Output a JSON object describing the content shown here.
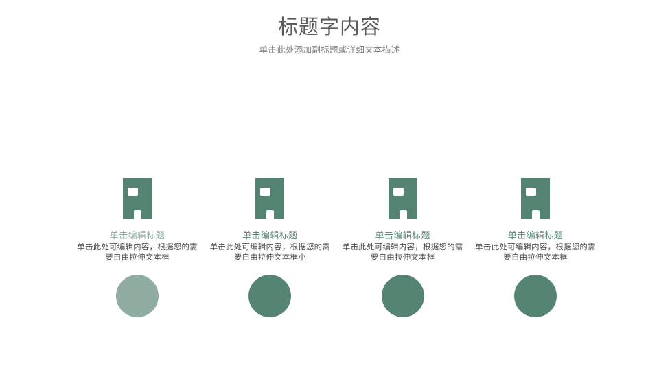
{
  "slide": {
    "background_color": "#ffffff",
    "title": "标题字内容",
    "subtitle": "单击此处添加副标题或详细文本描述",
    "title_color": "#5a5a5a",
    "subtitle_color": "#828282"
  },
  "palette": {
    "roof_light": "#7fa393",
    "body_green": "#548372",
    "circle_light": "#8fada1",
    "circle_green": "#568472",
    "heading_light": "#8fa89e",
    "heading_green": "#5b8a77",
    "body_text": "#4d4d4d",
    "window_white": "#ffffff"
  },
  "columns": [
    {
      "icon_name": "house-icon",
      "roof_color": "#7fa393",
      "body_color": "#548372",
      "heading": "单击编辑标题",
      "heading_color": "#8fa89e",
      "body": "单击此处可编辑内容，根据您的需要自由拉伸文本框",
      "circle_color": "#8fada1"
    },
    {
      "icon_name": "house-icon",
      "roof_color": "#7fa393",
      "body_color": "#548372",
      "heading": "单击编辑标题",
      "heading_color": "#5b8a77",
      "body": "单击此处可编辑内容，根据您的需要自由拉伸文本框小",
      "circle_color": "#568472"
    },
    {
      "icon_name": "house-icon",
      "roof_color": "#7fa393",
      "body_color": "#548372",
      "heading": "单击编辑标题",
      "heading_color": "#5b8a77",
      "body": "单击此处可编辑内容，根据您的需要自由拉伸文本框",
      "circle_color": "#568472"
    },
    {
      "icon_name": "house-icon",
      "roof_color": "#7fa393",
      "body_color": "#548372",
      "heading": "单击编辑标题",
      "heading_color": "#5b8a77",
      "body": "单击此处可编辑内容，根据您的需要自由拉伸文本框",
      "circle_color": "#568472"
    }
  ]
}
